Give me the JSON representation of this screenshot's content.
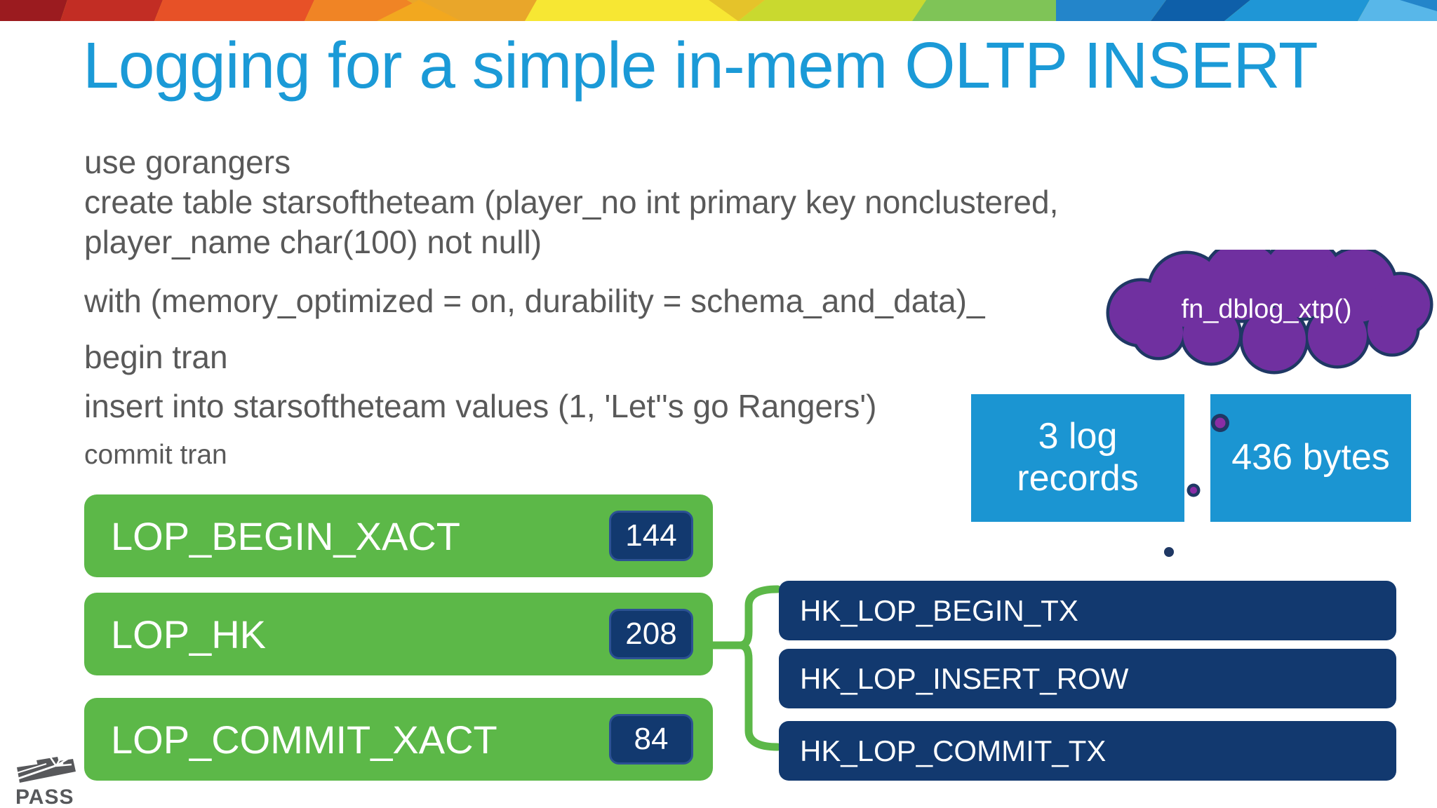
{
  "title": "Logging for a simple in-mem OLTP INSERT",
  "code_lines": [
    "use gorangers",
    "create table starsoftheteam (player_no int primary key nonclustered,",
    "player_name char(100) not null)",
    "with (memory_optimized = on, durability = schema_and_data)_",
    "begin tran",
    "insert into starsoftheteam values (1, 'Let''s go Rangers')",
    "commit tran"
  ],
  "cloud": {
    "label": "fn_dblog_xtp()"
  },
  "callouts": {
    "log_count": {
      "line1": "3 log",
      "line2": "records"
    },
    "total_bytes": {
      "label": "436 bytes"
    }
  },
  "log_records": {
    "rows": [
      {
        "label": "LOP_BEGIN_XACT",
        "bytes": "144"
      },
      {
        "label": "LOP_HK",
        "bytes": "208"
      },
      {
        "label": "LOP_COMMIT_XACT",
        "bytes": "84"
      }
    ]
  },
  "hk_records": {
    "rows": [
      {
        "label": "HK_LOP_BEGIN_TX"
      },
      {
        "label": "HK_LOP_INSERT_ROW"
      },
      {
        "label": "HK_LOP_COMMIT_TX"
      }
    ]
  },
  "footer": {
    "logo": "PASS"
  },
  "colors": {
    "title_blue": "#1B9AD7",
    "body_gray": "#595959",
    "green": "#5CB848",
    "navy": "#12396F",
    "callout_blue": "#1B95D2",
    "cloud_purple": "#7030A0",
    "cloud_outline": "#1F3864"
  }
}
